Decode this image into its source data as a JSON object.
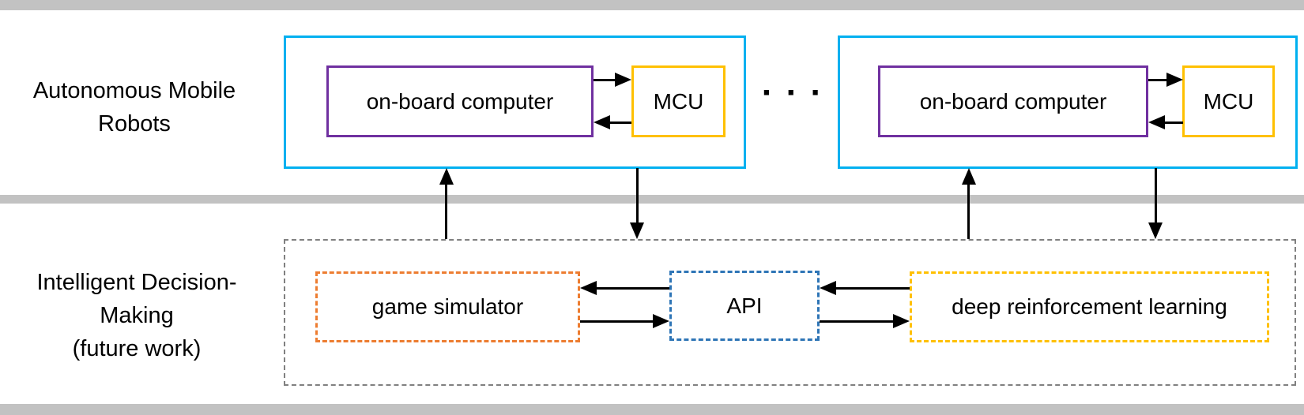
{
  "colors": {
    "robot_outline": "#00B0F0",
    "onboard_computer_outline": "#7030A0",
    "mcu_outline": "#FFC000",
    "game_simulator_outline": "#ED7D31",
    "api_outline": "#2E75B6",
    "drl_outline": "#FFC000",
    "container_outline": "#808080",
    "separator_bar": "#C2C2C2",
    "arrow": "#000000",
    "text": "#000000"
  },
  "top_section": {
    "label_lines": [
      "Autonomous Mobile",
      "Robots"
    ],
    "robots": [
      {
        "computer": "on-board computer",
        "mcu": "MCU"
      },
      {
        "computer": "on-board computer",
        "mcu": "MCU"
      }
    ],
    "ellipsis": "· · ·"
  },
  "bottom_section": {
    "label_lines": [
      "Intelligent Decision-",
      "Making",
      "(future work)"
    ],
    "boxes": {
      "game_simulator": "game simulator",
      "api": "API",
      "drl": "deep reinforcement learning"
    }
  }
}
